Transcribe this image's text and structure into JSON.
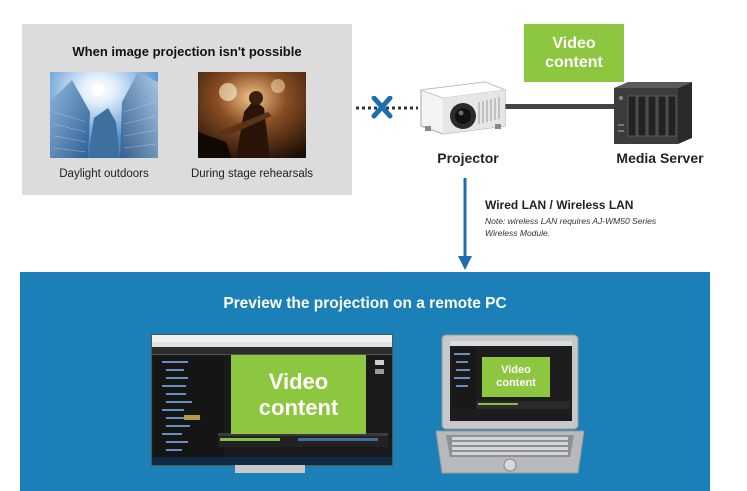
{
  "case_panel": {
    "title": "When image projection isn't possible",
    "items": [
      {
        "caption": "Daylight outdoors"
      },
      {
        "caption": "During stage rehearsals"
      }
    ]
  },
  "video_content": {
    "line1": "Video",
    "line2": "content"
  },
  "projector_label": "Projector",
  "media_server_label": "Media Server",
  "connection": {
    "title": "Wired LAN / Wireless LAN",
    "note_line1": "Note: wireless LAN requires AJ-WM50 Series",
    "note_line2": "Wireless Module."
  },
  "preview": {
    "title": "Preview the projection on a remote PC",
    "monitor_video": {
      "line1": "Video",
      "line2": "content"
    },
    "laptop_video": {
      "line1": "Video",
      "line2": "content"
    }
  },
  "colors": {
    "accent_green": "#8dc63f",
    "band_blue": "#1b80b7",
    "x_mark": "#1b6fb0"
  }
}
